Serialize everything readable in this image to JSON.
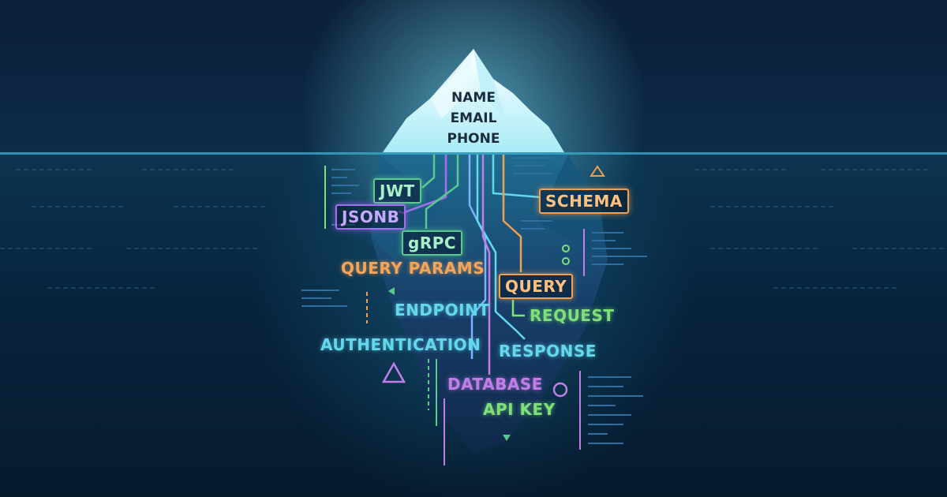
{
  "tip_labels": {
    "line1": "NAME",
    "line2": "EMAIL",
    "line3": "PHONE"
  },
  "boxed_labels": {
    "jwt": "JWT",
    "jsonb": "JSONB",
    "grpc": "gRPC",
    "schema": "SCHEMA",
    "query": "QUERY"
  },
  "labels": {
    "query_params": "QUERY PARAMS",
    "endpoint": "ENDPOINT",
    "request": "REQUEST",
    "authentication": "AUTHENTICATION",
    "response": "RESPONSE",
    "database": "DATABASE",
    "api_key": "API KEY"
  },
  "colors": {
    "background": "#0a1d33",
    "ice": "#dff7fb",
    "underwater_ice": "#123a66",
    "green": "#7fe07a",
    "cyan": "#63d8ec",
    "orange": "#f4a55a",
    "purple": "#c27ee8"
  },
  "icons": {
    "triangle_top_right": "triangle-outline-icon",
    "triangle_bottom_left": "triangle-outline-icon",
    "circle_bottom_right": "circle-outline-icon",
    "small_arrow_left": "arrow-left-icon",
    "small_arrow_down": "arrow-down-icon"
  }
}
